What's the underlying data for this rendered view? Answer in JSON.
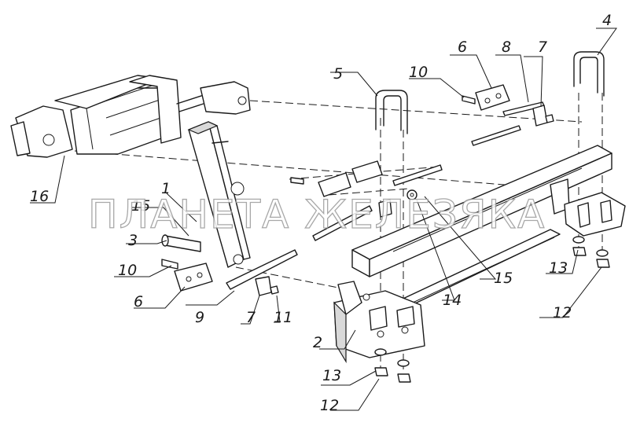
{
  "watermark": "ПЛАНЕТА ЖЕЛЕЗЯКА",
  "callouts": [
    {
      "id": "c1",
      "label": "1"
    },
    {
      "id": "c2",
      "label": "2"
    },
    {
      "id": "c3",
      "label": "3"
    },
    {
      "id": "c4",
      "label": "4"
    },
    {
      "id": "c5",
      "label": "5"
    },
    {
      "id": "c6a",
      "label": "6"
    },
    {
      "id": "c6b",
      "label": "6"
    },
    {
      "id": "c7a",
      "label": "7"
    },
    {
      "id": "c7b",
      "label": "7"
    },
    {
      "id": "c8",
      "label": "8"
    },
    {
      "id": "c9",
      "label": "9"
    },
    {
      "id": "c10a",
      "label": "10"
    },
    {
      "id": "c10b",
      "label": "10"
    },
    {
      "id": "c11",
      "label": "11"
    },
    {
      "id": "c12a",
      "label": "12"
    },
    {
      "id": "c12b",
      "label": "12"
    },
    {
      "id": "c13a",
      "label": "13"
    },
    {
      "id": "c13b",
      "label": "13"
    },
    {
      "id": "c14",
      "label": "14"
    },
    {
      "id": "c15a",
      "label": "15"
    },
    {
      "id": "c15b",
      "label": "15"
    },
    {
      "id": "c16",
      "label": "16"
    }
  ]
}
